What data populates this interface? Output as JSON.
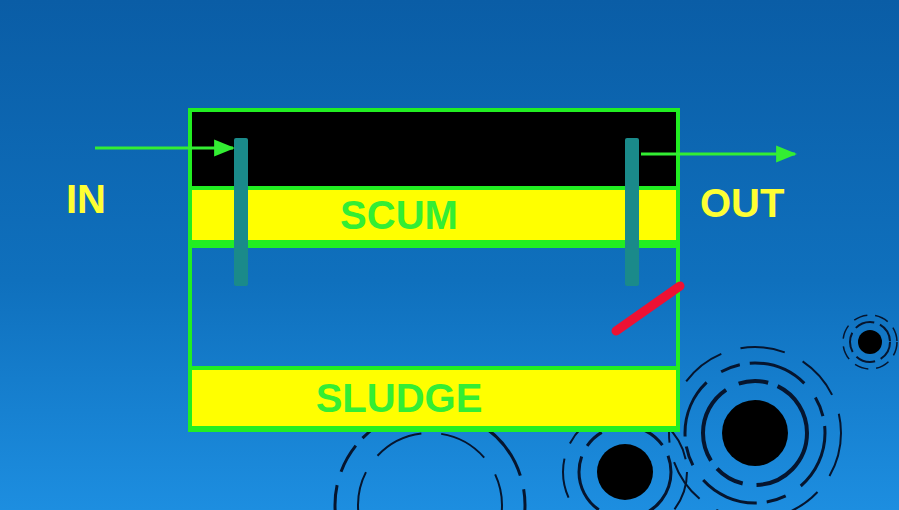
{
  "diagram": {
    "nodes": [
      {
        "text": [
          "SCUM"
        ]
      },
      {
        "text": [
          "SLUDGE"
        ]
      }
    ],
    "labels": [
      "IN",
      "OUT"
    ]
  }
}
